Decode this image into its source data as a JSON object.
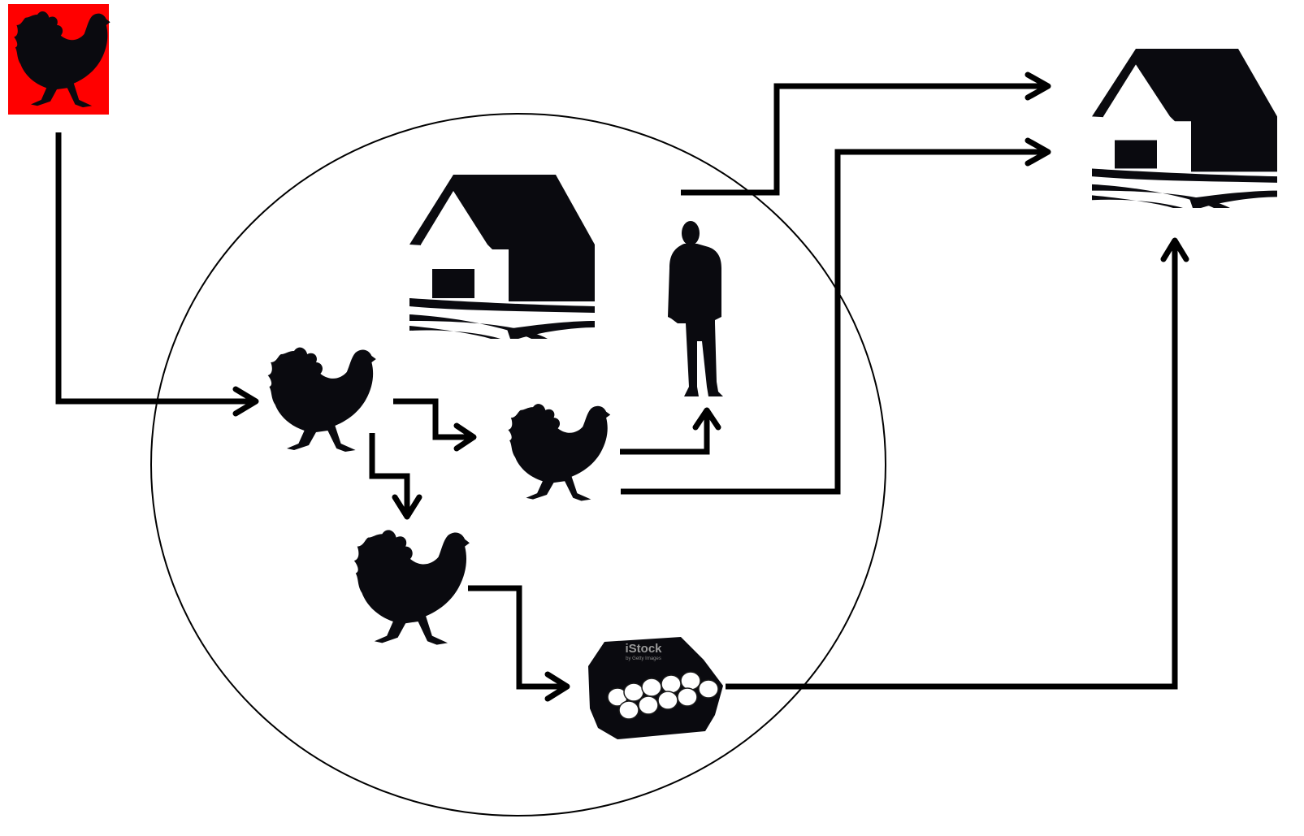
{
  "diagram": {
    "nodes": [
      {
        "id": "source-hen",
        "icon": "hen-icon",
        "highlight_color": "#ff0000"
      },
      {
        "id": "farm-house",
        "icon": "farmhouse-icon"
      },
      {
        "id": "farmer",
        "icon": "person-icon"
      },
      {
        "id": "hen-1",
        "icon": "hen-icon"
      },
      {
        "id": "hen-2",
        "icon": "hen-icon"
      },
      {
        "id": "hen-3",
        "icon": "hen-icon"
      },
      {
        "id": "egg-carton",
        "icon": "egg-carton-icon"
      },
      {
        "id": "external-farm",
        "icon": "farmhouse-icon"
      }
    ],
    "edges": [
      {
        "from": "source-hen",
        "to": "hen-1"
      },
      {
        "from": "hen-1",
        "to": "hen-2"
      },
      {
        "from": "hen-1",
        "to": "hen-3"
      },
      {
        "from": "hen-2",
        "to": "farmer"
      },
      {
        "from": "farmer",
        "to": "external-farm"
      },
      {
        "from": "hen-2",
        "to": "external-farm"
      },
      {
        "from": "hen-3",
        "to": "egg-carton"
      },
      {
        "from": "egg-carton",
        "to": "external-farm"
      }
    ],
    "watermark": {
      "brand": "iStock",
      "credit": "by Getty Images"
    },
    "colors": {
      "arrow": "#000000",
      "silhouette": "#0a0a0f",
      "highlight": "#ff0000",
      "background": "#ffffff"
    }
  }
}
